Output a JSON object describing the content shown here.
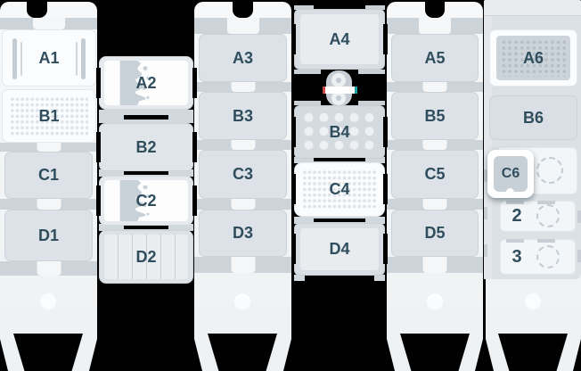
{
  "colors": {
    "background": "#000000",
    "label_text": "#2f4d5d",
    "tube_tick_left": "#d04848",
    "tube_tick_right": "#19a5a5"
  },
  "slots": {
    "a1": {
      "label": "A1",
      "type": "adapter-with-clips"
    },
    "b1": {
      "label": "B1",
      "type": "96-well-plate-white"
    },
    "c1": {
      "label": "C1",
      "type": "plain-module"
    },
    "d1": {
      "label": "D1",
      "type": "plain-module"
    },
    "a2": {
      "label": "A2",
      "type": "liquid-reservoir"
    },
    "b2": {
      "label": "B2",
      "type": "plain-module"
    },
    "c2": {
      "label": "C2",
      "type": "liquid-reservoir"
    },
    "d2": {
      "label": "D2",
      "type": "12-channel-reservoir"
    },
    "a3": {
      "label": "A3",
      "type": "plain-module"
    },
    "b3": {
      "label": "B3",
      "type": "plain-module"
    },
    "c3": {
      "label": "C3",
      "type": "plain-module"
    },
    "d3": {
      "label": "D3",
      "type": "plain-module"
    },
    "a4": {
      "label": "A4",
      "type": "plain-module"
    },
    "b4": {
      "label": "B4",
      "type": "24-well-plate"
    },
    "c4": {
      "label": "C4",
      "type": "96-well-plate-white"
    },
    "d4": {
      "label": "D4",
      "type": "plain-module"
    },
    "a5": {
      "label": "A5",
      "type": "plain-module"
    },
    "b5": {
      "label": "B5",
      "type": "plain-module"
    },
    "c5": {
      "label": "C5",
      "type": "plain-module"
    },
    "d5": {
      "label": "D5",
      "type": "plain-module"
    },
    "a6": {
      "label": "A6",
      "type": "96-well-plate-gray"
    },
    "b6": {
      "label": "B6",
      "type": "plain-module"
    },
    "c6": {
      "label": "C6",
      "type": "tube-adapter"
    },
    "pos2": {
      "label": "2",
      "type": "empty-tube-position"
    },
    "pos3": {
      "label": "3",
      "type": "empty-tube-position"
    }
  }
}
